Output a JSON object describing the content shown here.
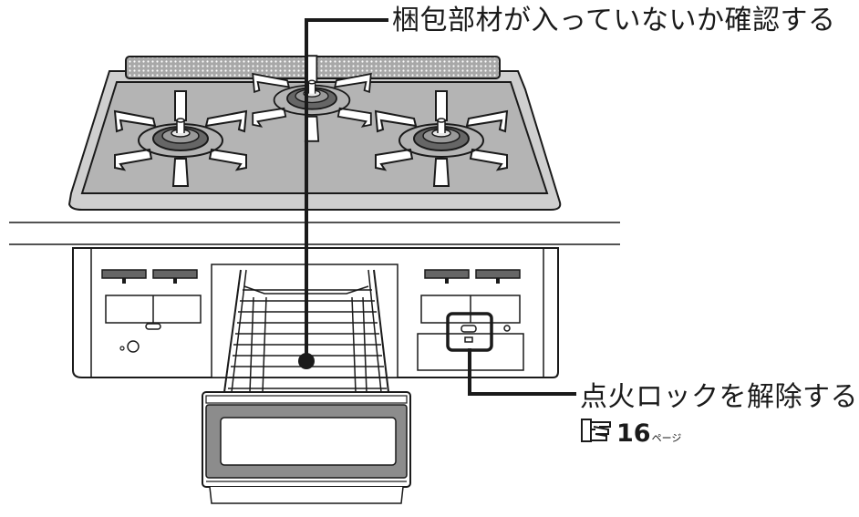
{
  "callouts": {
    "top": "梱包部材が入っていないか確認する",
    "bottom": "点火ロックを解除する",
    "page_ref_number": "16",
    "page_ref_unit": "ページ"
  },
  "icons": [
    "pointing-hand-reference-icon"
  ],
  "colors": {
    "panel_fill": "#b4b4b4",
    "stroke": "#1a1a1a",
    "grate_fill": "#ffffff",
    "burner_ring": "#666666",
    "window_fill": "#8c8c8c",
    "drawer_border": "#e6e6e6"
  }
}
